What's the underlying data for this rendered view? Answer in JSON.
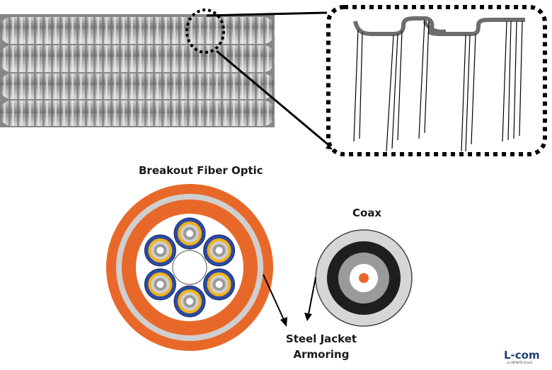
{
  "diagram": {
    "breakout_title": "Breakout Fiber Optic",
    "coax_title": "Coax",
    "armor_label_line1": "Steel Jacket",
    "armor_label_line2": "Armoring"
  },
  "logo": {
    "text": "L-com",
    "tagline": "an INFINITE brand"
  },
  "colors": {
    "jacket_orange": "#e8682a",
    "armor_gray": "#cfcfcf",
    "fiber_blue": "#2b4aa0",
    "fiber_yellow": "#f2b21a",
    "coax_black": "#1e1e1e",
    "coax_gray": "#9a9a9a",
    "coax_core": "#e8682a",
    "logo_blue": "#1f3f7a"
  }
}
